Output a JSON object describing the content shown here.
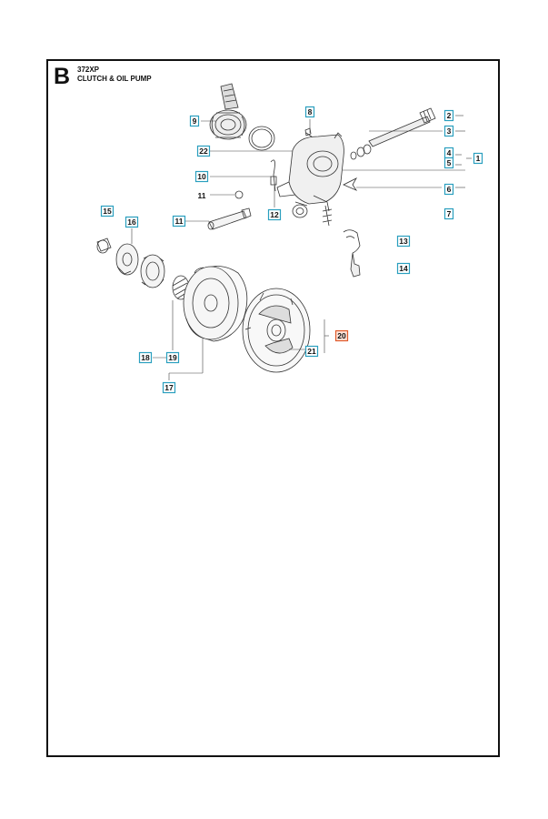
{
  "header": {
    "section_letter": "B",
    "model": "372XP",
    "title": "CLUTCH & OIL PUMP"
  },
  "colors": {
    "callout_border": "#2a9fbf",
    "highlight_border": "#e05a2a",
    "highlight_fill": "#fde3d8",
    "line": "#333333"
  },
  "callouts": [
    {
      "id": "c2",
      "label": "2",
      "boxed": true
    },
    {
      "id": "c3",
      "label": "3",
      "boxed": true
    },
    {
      "id": "c4",
      "label": "4",
      "boxed": true
    },
    {
      "id": "c5",
      "label": "5",
      "boxed": true
    },
    {
      "id": "c1",
      "label": "1",
      "boxed": true
    },
    {
      "id": "c6",
      "label": "6",
      "boxed": true
    },
    {
      "id": "c7",
      "label": "7",
      "boxed": true
    },
    {
      "id": "c8",
      "label": "8",
      "boxed": true
    },
    {
      "id": "c9",
      "label": "9",
      "boxed": true
    },
    {
      "id": "c22",
      "label": "22",
      "boxed": true
    },
    {
      "id": "c10",
      "label": "10",
      "boxed": true
    },
    {
      "id": "c11a",
      "label": "11",
      "boxed": false
    },
    {
      "id": "c11b",
      "label": "11",
      "boxed": true
    },
    {
      "id": "c12",
      "label": "12",
      "boxed": true
    },
    {
      "id": "c13",
      "label": "13",
      "boxed": true
    },
    {
      "id": "c14",
      "label": "14",
      "boxed": true
    },
    {
      "id": "c15",
      "label": "15",
      "boxed": true
    },
    {
      "id": "c16",
      "label": "16",
      "boxed": true
    },
    {
      "id": "c20",
      "label": "20",
      "boxed": true,
      "highlight": true
    },
    {
      "id": "c21",
      "label": "21",
      "boxed": true
    },
    {
      "id": "c18",
      "label": "18",
      "boxed": true
    },
    {
      "id": "c19",
      "label": "19",
      "boxed": true
    },
    {
      "id": "c17",
      "label": "17",
      "boxed": true
    }
  ]
}
